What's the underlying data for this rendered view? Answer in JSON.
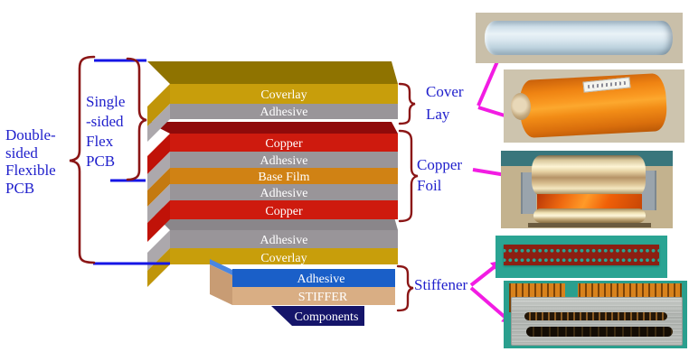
{
  "left_labels": {
    "double_sided": {
      "lines": [
        "Double-",
        "sided",
        "Flexible",
        "PCB"
      ]
    },
    "single_sided": {
      "lines": [
        "Single",
        "-sided",
        "Flex",
        "PCB"
      ]
    }
  },
  "right_labels": {
    "cover_lay": {
      "lines": [
        "Cover",
        "Lay"
      ]
    },
    "copper_foil": {
      "lines": [
        "Copper",
        "Foil"
      ]
    },
    "stiffener": {
      "label": "Stiffener"
    }
  },
  "layers": [
    "Coverlay",
    "Adhesive",
    "Copper",
    "Adhesive",
    "Base Film",
    "Adhesive",
    "Copper",
    "Adhesive",
    "Coverlay",
    "Adhesive",
    "STIFFER",
    "Components"
  ],
  "colors": {
    "coverlay": "#C89E0B",
    "coverlay_top": "#8F7300",
    "coverlay_side": "#C09509",
    "adhesive": "#999599",
    "adhesive_top": "#8A868A",
    "adhesive_side": "#ACA8AC",
    "copper": "#CE1A0E",
    "copper_top": "#8F0A0A",
    "copper_side": "#C01208",
    "base_film": "#D08214",
    "base_film_side": "#C47A10",
    "adhesive_blue": "#1A5FC8",
    "adhesive_blue_light": "#4A86E0",
    "stiffer_tan": "#D9AE84",
    "stiffer_tan_side": "#C89C74",
    "components_navy": "#15156A",
    "label_blue": "#2020CC",
    "brace_red": "#8B1616",
    "arrow_magenta": "#F21CE3",
    "line_blue": "#1515E6"
  }
}
